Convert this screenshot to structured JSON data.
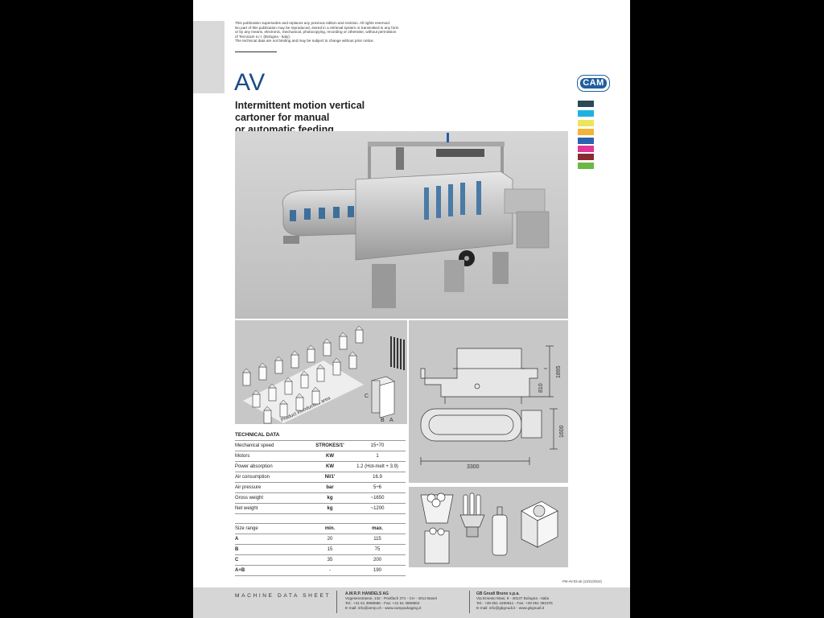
{
  "legal": {
    "lines": [
      "This publication supersedes and replaces any previous edition and revision. All rights reserved.",
      "No part of this publication may be reproduced, stored in a retrieval system or transmitted in any form",
      "or by any means, electronic, mechanical, photocopying, recording or otherwise, without permission",
      "of Tecnicam s.r.l. (Bologna - Italy).",
      "The technical data are not binding and may be subject to change without prior notice."
    ]
  },
  "title": "AV",
  "subtitle": {
    "lines": [
      "Intermittent motion vertical",
      "cartoner for manual",
      "or automatic feeding"
    ]
  },
  "logo": {
    "text": "CAM"
  },
  "colors": {
    "brand": "#1f5f9e",
    "swatches": [
      "#2b4a55",
      "#1db3e0",
      "#ede45c",
      "#f3b43a",
      "#2b63ad",
      "#e0359a",
      "#8a2a33",
      "#6bb845"
    ]
  },
  "illustrations": {
    "intro_area_label": "Product introduction area",
    "dims": {
      "c": "C",
      "b": "B",
      "a": "A"
    },
    "drawing": {
      "d1895": "1895",
      "d810": "810",
      "d1600": "1600",
      "d3300": "3300"
    }
  },
  "technical": {
    "title": "TECHNICAL DATA",
    "rows": [
      {
        "label": "Mechanical speed",
        "unit": "STROKES/1'",
        "value": "15÷70"
      },
      {
        "label": "Motors",
        "unit": "KW",
        "value": "1"
      },
      {
        "label": "Power absorption",
        "unit": "KW",
        "value": "1.2 (Hot-melt + 3.9)"
      },
      {
        "label": "Air consumption",
        "unit": "Nl/1'",
        "value": "16.9"
      },
      {
        "label": "Air pressure",
        "unit": "bar",
        "value": "5÷6"
      },
      {
        "label": "Gross weight",
        "unit": "kg",
        "value": "~1650"
      },
      {
        "label": "Net weight",
        "unit": "kg",
        "value": "~1200"
      }
    ],
    "size": {
      "headers": [
        "Size range",
        "min.",
        "max."
      ],
      "rows": [
        {
          "label": "A",
          "min": "20",
          "max": "115"
        },
        {
          "label": "B",
          "min": "15",
          "max": "75"
        },
        {
          "label": "C",
          "min": "35",
          "max": "200"
        },
        {
          "label": "A+B",
          "min": "-",
          "max": "190"
        }
      ]
    }
  },
  "ref": "FM-AV-02-uk (13/11/2014)",
  "footer": {
    "label": "MACHINE DATA SHEET",
    "amrp": {
      "name": "A.M.R.P. HANDELS AG",
      "l1": "Vogesenstrasse, 132 - Postfach 371 - CH - 4012 Basel",
      "l2": "Tel.: +41 61 3868686 - Fax: +41 61 3868602",
      "l3": "E-mail: info@amrp.ch - www.campackaging.it"
    },
    "gb": {
      "name": "GB Gnudi Bruno s.p.a.",
      "l1": "Via Emesto Masi, 9 - 40137 Bologna - Italia",
      "l2": "Tel.: +39 051 4290611 - Fax: +39 051 392376",
      "l3": "E-mail: info@gbgnudi.it - www.gbgnudi.it"
    }
  }
}
